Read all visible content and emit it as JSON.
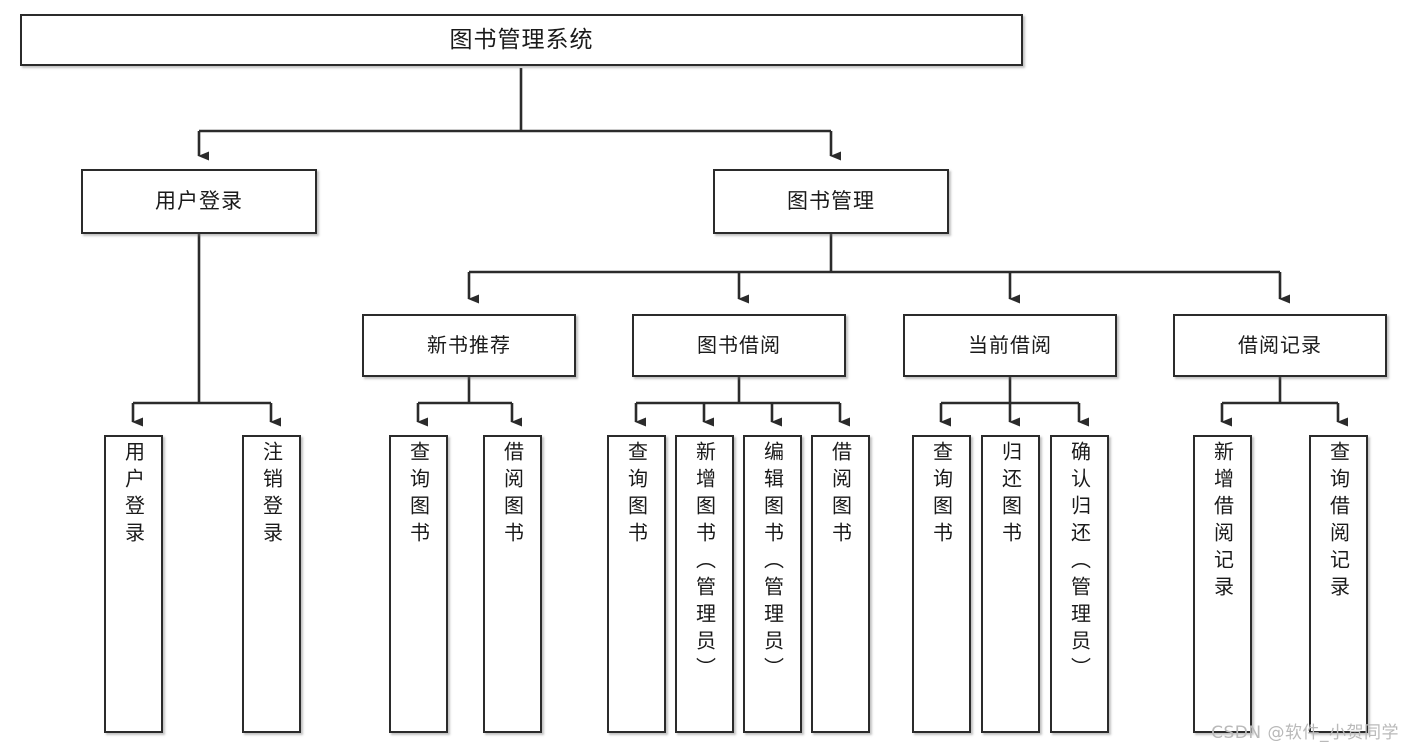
{
  "meta": {
    "title": "图书管理系统 功能结构图",
    "watermark": "CSDN @软件_小贺同学",
    "colors": {
      "box_border": "#2b2b2b",
      "box_fill": "#ffffff",
      "connector": "#2b2b2b",
      "text": "#1a1a1a",
      "watermark": "#b9b9b9",
      "background": "#ffffff"
    }
  },
  "diagram": {
    "type": "tree",
    "orientation": "top-down",
    "root": {
      "id": "root",
      "label": "图书管理系统"
    },
    "level1": [
      {
        "id": "n-user-login",
        "label": "用户登录"
      },
      {
        "id": "n-book-mgmt",
        "label": "图书管理"
      }
    ],
    "level2": [
      {
        "id": "n-new-book-rec",
        "label": "新书推荐",
        "parent": "n-book-mgmt"
      },
      {
        "id": "n-book-borrow",
        "label": "图书借阅",
        "parent": "n-book-mgmt"
      },
      {
        "id": "n-current-borrow",
        "label": "当前借阅",
        "parent": "n-book-mgmt"
      },
      {
        "id": "n-borrow-record",
        "label": "借阅记录",
        "parent": "n-book-mgmt"
      }
    ],
    "leaves": [
      {
        "id": "leaf-user-login",
        "label": "用户登录",
        "parent": "n-user-login"
      },
      {
        "id": "leaf-logout",
        "label": "注销登录",
        "parent": "n-user-login"
      },
      {
        "id": "leaf-query-book-1",
        "label": "查询图书",
        "parent": "n-new-book-rec"
      },
      {
        "id": "leaf-borrow-book-1",
        "label": "借阅图书",
        "parent": "n-new-book-rec"
      },
      {
        "id": "leaf-query-book-2",
        "label": "查询图书",
        "parent": "n-book-borrow"
      },
      {
        "id": "leaf-add-book",
        "label": "新增图书（管理员）",
        "parent": "n-book-borrow"
      },
      {
        "id": "leaf-edit-book",
        "label": "编辑图书（管理员）",
        "parent": "n-book-borrow"
      },
      {
        "id": "leaf-borrow-book-2",
        "label": "借阅图书",
        "parent": "n-book-borrow"
      },
      {
        "id": "leaf-query-book-3",
        "label": "查询图书",
        "parent": "n-current-borrow"
      },
      {
        "id": "leaf-return-book",
        "label": "归还图书",
        "parent": "n-current-borrow"
      },
      {
        "id": "leaf-confirm-return",
        "label": "确认归还（管理员）",
        "parent": "n-current-borrow"
      },
      {
        "id": "leaf-add-record",
        "label": "新增借阅记录",
        "parent": "n-borrow-record"
      },
      {
        "id": "leaf-query-record",
        "label": "查询借阅记录",
        "parent": "n-borrow-record"
      }
    ]
  }
}
